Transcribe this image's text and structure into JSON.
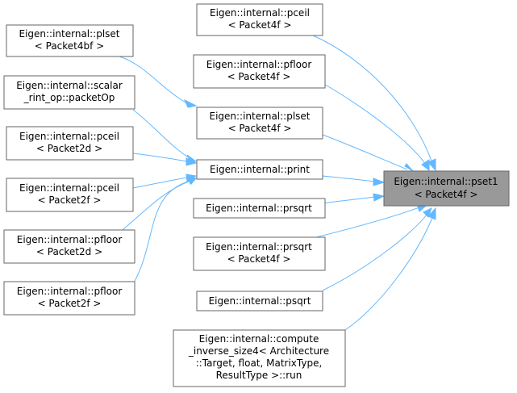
{
  "graph": {
    "target": {
      "label": [
        "Eigen::internal::pset1",
        "< Packet4f >"
      ]
    },
    "nodes": [
      {
        "id": "pceil_4f",
        "label": [
          "Eigen::internal::pceil",
          "< Packet4f >"
        ]
      },
      {
        "id": "pfloor_4f",
        "label": [
          "Eigen::internal::pfloor",
          "< Packet4f >"
        ]
      },
      {
        "id": "plset_4f",
        "label": [
          "Eigen::internal::plset",
          "< Packet4f >"
        ]
      },
      {
        "id": "print",
        "label": [
          "Eigen::internal::print"
        ]
      },
      {
        "id": "prsqrt",
        "label": [
          "Eigen::internal::prsqrt"
        ]
      },
      {
        "id": "prsqrt_4f",
        "label": [
          "Eigen::internal::prsqrt",
          "< Packet4f >"
        ]
      },
      {
        "id": "psqrt",
        "label": [
          "Eigen::internal::psqrt"
        ]
      },
      {
        "id": "inverse4",
        "label": [
          "Eigen::internal::compute",
          "_inverse_size4< Architecture",
          "::Target, float, MatrixType,",
          "ResultType >::run"
        ]
      },
      {
        "id": "plset_4bf",
        "label": [
          "Eigen::internal::plset",
          "< Packet4bf >"
        ]
      },
      {
        "id": "scalar_rint",
        "label": [
          "Eigen::internal::scalar",
          "_rint_op::packetOp"
        ]
      },
      {
        "id": "pceil_2d",
        "label": [
          "Eigen::internal::pceil",
          "< Packet2d >"
        ]
      },
      {
        "id": "pceil_2f",
        "label": [
          "Eigen::internal::pceil",
          "< Packet2f >"
        ]
      },
      {
        "id": "pfloor_2d",
        "label": [
          "Eigen::internal::pfloor",
          "< Packet2d >"
        ]
      },
      {
        "id": "pfloor_2f",
        "label": [
          "Eigen::internal::pfloor",
          "< Packet2f >"
        ]
      }
    ],
    "edges": [
      {
        "from": "pceil_4f",
        "to": "target"
      },
      {
        "from": "pfloor_4f",
        "to": "target"
      },
      {
        "from": "plset_4f",
        "to": "target"
      },
      {
        "from": "print",
        "to": "target"
      },
      {
        "from": "prsqrt",
        "to": "target"
      },
      {
        "from": "prsqrt_4f",
        "to": "target"
      },
      {
        "from": "psqrt",
        "to": "target"
      },
      {
        "from": "inverse4",
        "to": "target"
      },
      {
        "from": "plset_4bf",
        "to": "plset_4f"
      },
      {
        "from": "scalar_rint",
        "to": "print"
      },
      {
        "from": "pceil_2d",
        "to": "print"
      },
      {
        "from": "pceil_2f",
        "to": "print"
      },
      {
        "from": "pfloor_2d",
        "to": "print"
      },
      {
        "from": "pfloor_2f",
        "to": "print"
      }
    ],
    "colors": {
      "edge": "#63b8ff",
      "node_border": "#666666",
      "target_fill": "#999999"
    }
  }
}
